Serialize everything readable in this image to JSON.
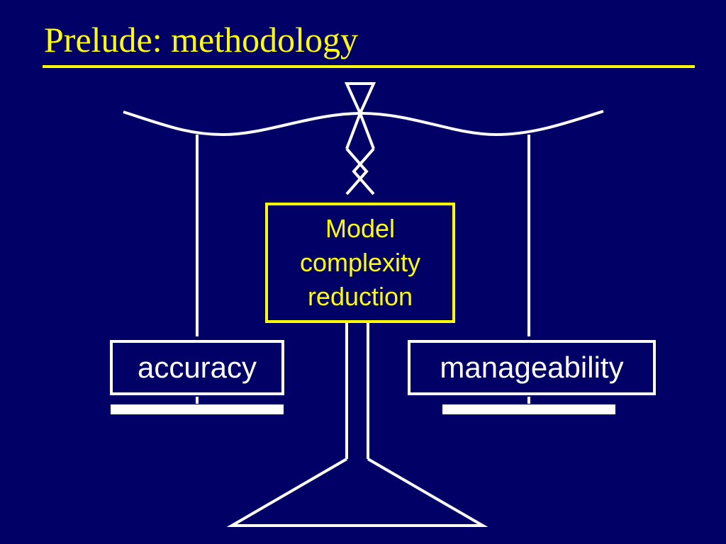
{
  "slide": {
    "title": "Prelude: methodology",
    "center_box": {
      "line1": "Model",
      "line2": "complexity",
      "line3": "reduction"
    },
    "left_box": "accuracy",
    "right_box": "manageability"
  },
  "colors": {
    "background": "#000066",
    "title": "#ffff00",
    "center_box": "#ffff00",
    "scale": "#ffffff"
  }
}
